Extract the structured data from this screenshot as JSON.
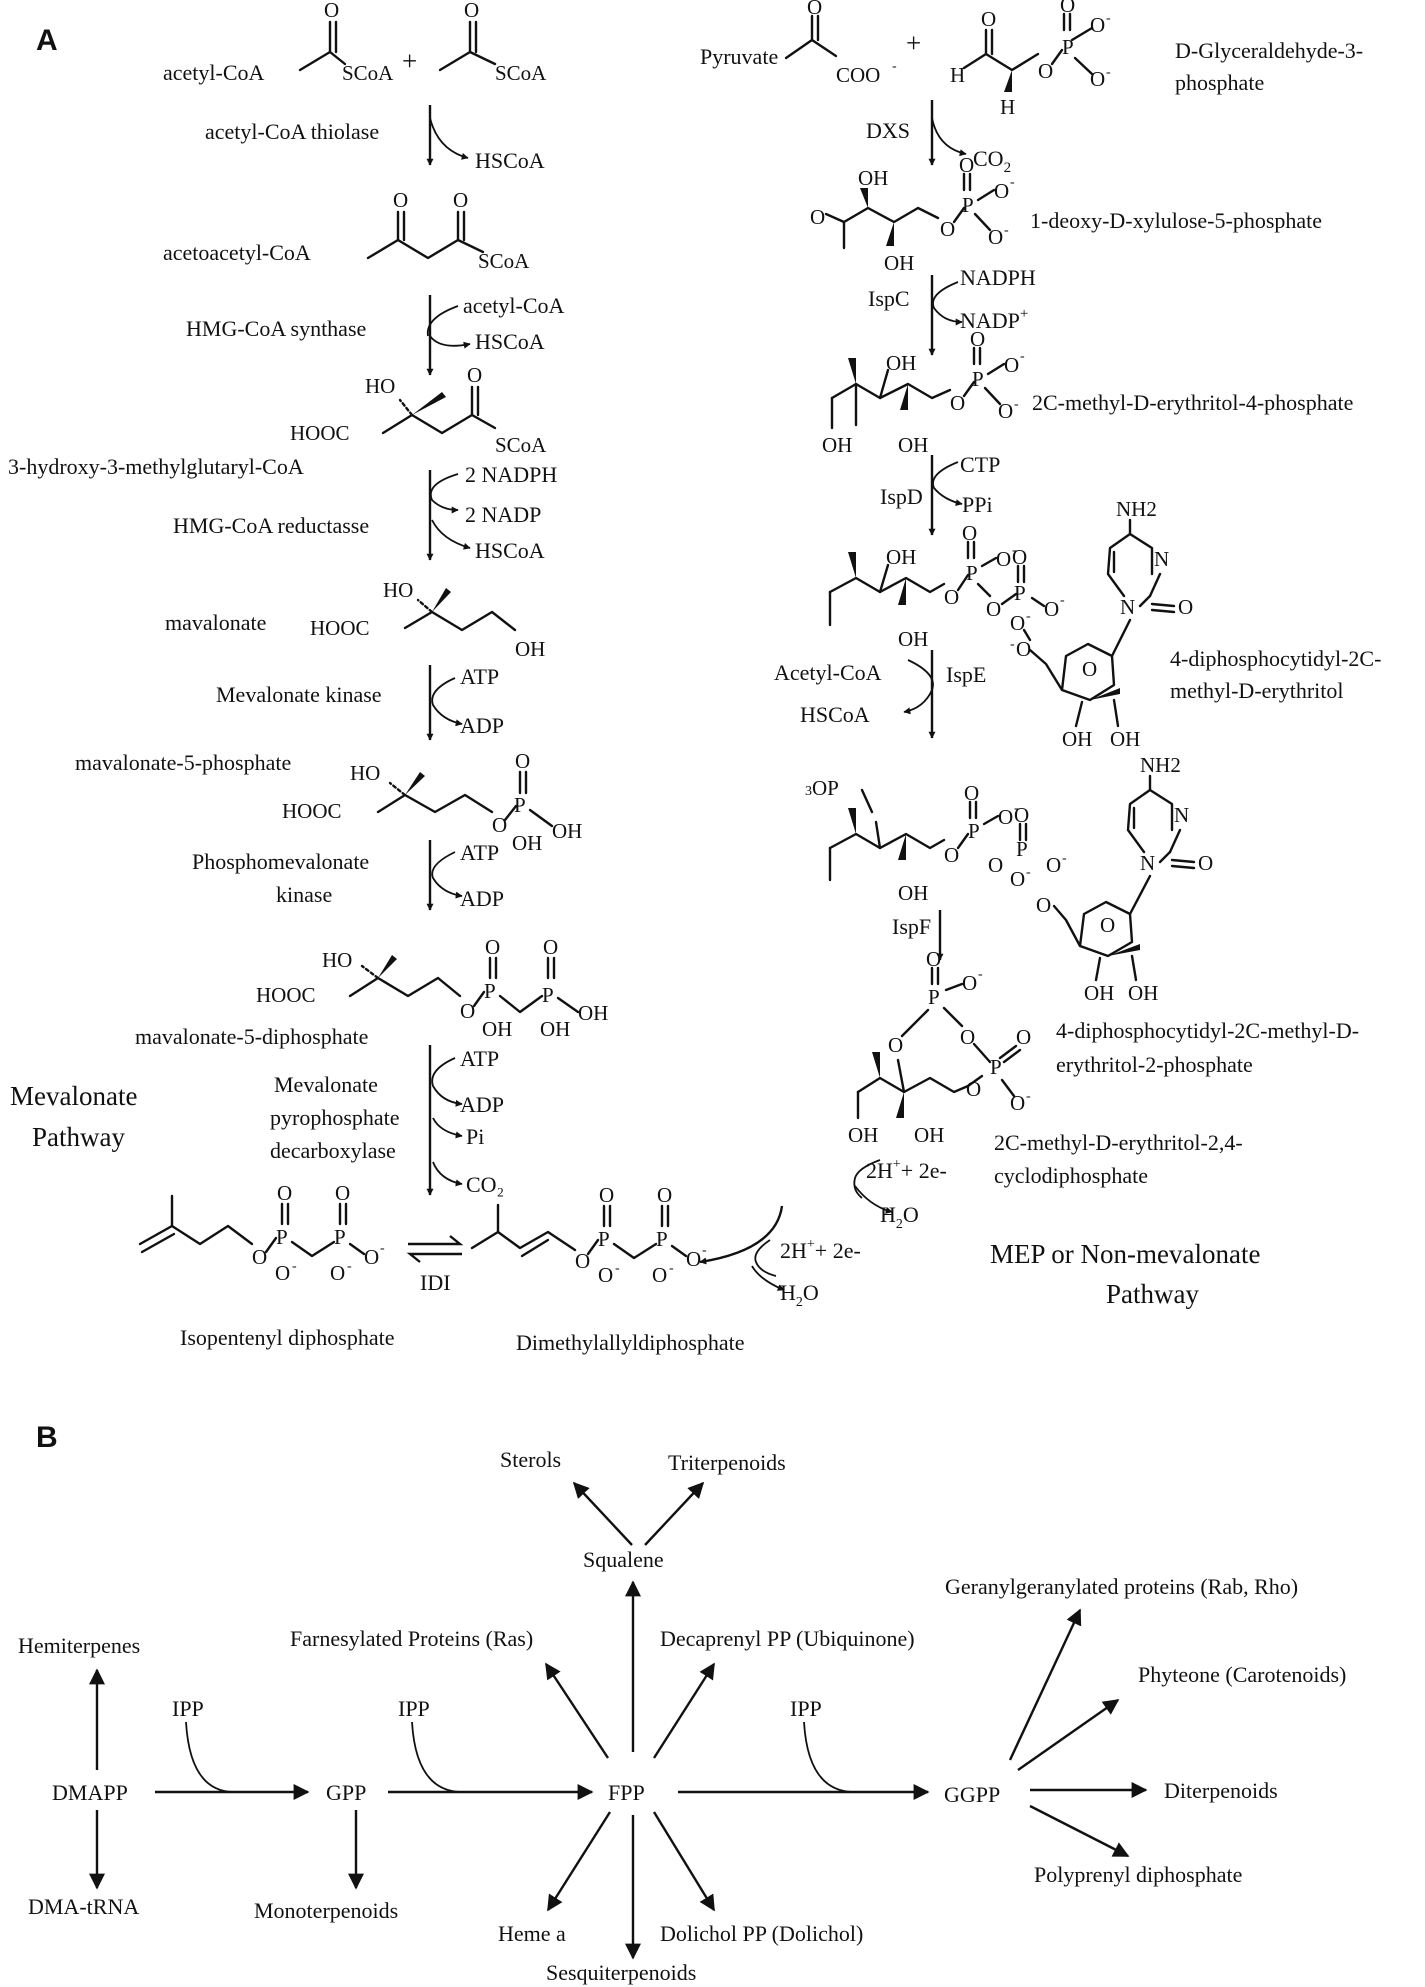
{
  "panels": {
    "a": "A",
    "b": "B"
  },
  "mevalonate": {
    "pathway_title_1": "Mevalonate",
    "pathway_title_2": "Pathway",
    "acetyl_coa": "acetyl-CoA",
    "plus": "+",
    "enzyme_thiolase": "acetyl-CoA thiolase",
    "hscoa_1": "HSCoA",
    "acetoacetyl_coa": "acetoacetyl-CoA",
    "enzyme_hmg_synthase": "HMG-CoA synthase",
    "acetyl_coa_in": "acetyl-CoA",
    "hscoa_2": "HSCoA",
    "hmg_coa": "3-hydroxy-3-methylglutaryl-CoA",
    "nadph": "2 NADPH",
    "nadp": "2 NADP",
    "enzyme_hmg_reductase": "HMG-CoA reductasse",
    "hscoa_3": "HSCoA",
    "mevalonate": "mavalonate",
    "enzyme_mk": "Mevalonate kinase",
    "atp_1": "ATP",
    "adp_1": "ADP",
    "mevalonate_5p": "mavalonate-5-phosphate",
    "enzyme_pmk_1": "Phosphomevalonate",
    "enzyme_pmk_2": "kinase",
    "atp_2": "ATP",
    "adp_2": "ADP",
    "mevalonate_5pp": "mavalonate-5-diphosphate",
    "enzyme_mdd_1": "Mevalonate",
    "enzyme_mdd_2": "pyrophosphate",
    "enzyme_mdd_3": "decarboxylase",
    "atp_3": "ATP",
    "adp_3": "ADP",
    "pi": "Pi",
    "co2": "CO₂"
  },
  "mep": {
    "pathway_title_1": "MEP or Non-mevalonate",
    "pathway_title_2": "Pathway",
    "pyruvate": "Pyruvate",
    "plus": "+",
    "g3p_1": "D-Glyceraldehyde-3-",
    "g3p_2": "phosphate",
    "enzyme_dxs": "DXS",
    "co2": "CO",
    "co2_sub": "2",
    "dxp": "1-deoxy-D-xylulose-5-phosphate",
    "enzyme_ispc": "IspC",
    "nadph": "NADPH",
    "nadp": "NADP",
    "nadp_sup": "+",
    "mep": "2C-methyl-D-erythritol-4-phosphate",
    "enzyme_ispd": "IspD",
    "ctp": "CTP",
    "ppi": "PPi",
    "cdp_me_1": "4-diphosphocytidyl-2C-",
    "cdp_me_2": "methyl-D-erythritol",
    "enzyme_ispe": "IspE",
    "acetyl_coa": "Acetyl-CoA",
    "hscoa": "HSCoA",
    "cdp_mep_1": "4-diphosphocytidyl-2C-methyl-D-",
    "cdp_mep_2": "erythritol-2-phosphate",
    "enzyme_ispf": "IspF",
    "mecpp_1": "2C-methyl-D-erythritol-2,4-",
    "mecpp_2": "cyclodiphosphate",
    "reduction_1": "2H",
    "reduction_1_sup": "+",
    "reduction_1_rest": "+ 2e-",
    "water_1": "H",
    "water_1_sub": "2",
    "water_1_rest": "O",
    "reduction_2": "2H",
    "reduction_2_sup": "+",
    "reduction_2_rest": "+ 2e-",
    "water_2": "H",
    "water_2_sub": "2",
    "water_2_rest": "O",
    "nh2": "NH2",
    "o3p": "OP",
    "o3p_sub": "3"
  },
  "products": {
    "ipp": "Isopentenyl diphosphate",
    "dmapp": "Dimethylallyldiphosphate",
    "idi": "IDI"
  },
  "atoms": {
    "O": "O",
    "O_minus": "O",
    "minus": "-",
    "H": "H",
    "P": "P",
    "N": "N",
    "OH": "OH",
    "HO": "HO",
    "HOOC": "HOOC",
    "SCoA": "SCoA",
    "COO": "COO"
  },
  "panel_b": {
    "sterols": "Sterols",
    "triterpenoids": "Triterpenoids",
    "squalene": "Squalene",
    "geranylgeranylated": "Geranylgeranylated  proteins (Rab, Rho)",
    "hemiterpenes": "Hemiterpenes",
    "farnesylated": "Farnesylated  Proteins (Ras)",
    "decaprenyl": "Decaprenyl  PP (Ubiquinone)",
    "phyteone": "Phyteone  (Carotenoids)",
    "ipp_1": "IPP",
    "ipp_2": "IPP",
    "ipp_3": "IPP",
    "dmapp": "DMAPP",
    "gpp": "GPP",
    "fpp": "FPP",
    "ggpp": "GGPP",
    "diterpenoids": "Diterpenoids",
    "dma_trna": "DMA-tRNA",
    "monoterpenoids": "Monoterpenoids",
    "heme": "Heme  a",
    "dolichol": "Dolichol  PP (Dolichol)",
    "polyprenyl": "Polyprenyl  diphosphate",
    "sesquiterpenoids": "Sesquiterpenoids"
  }
}
